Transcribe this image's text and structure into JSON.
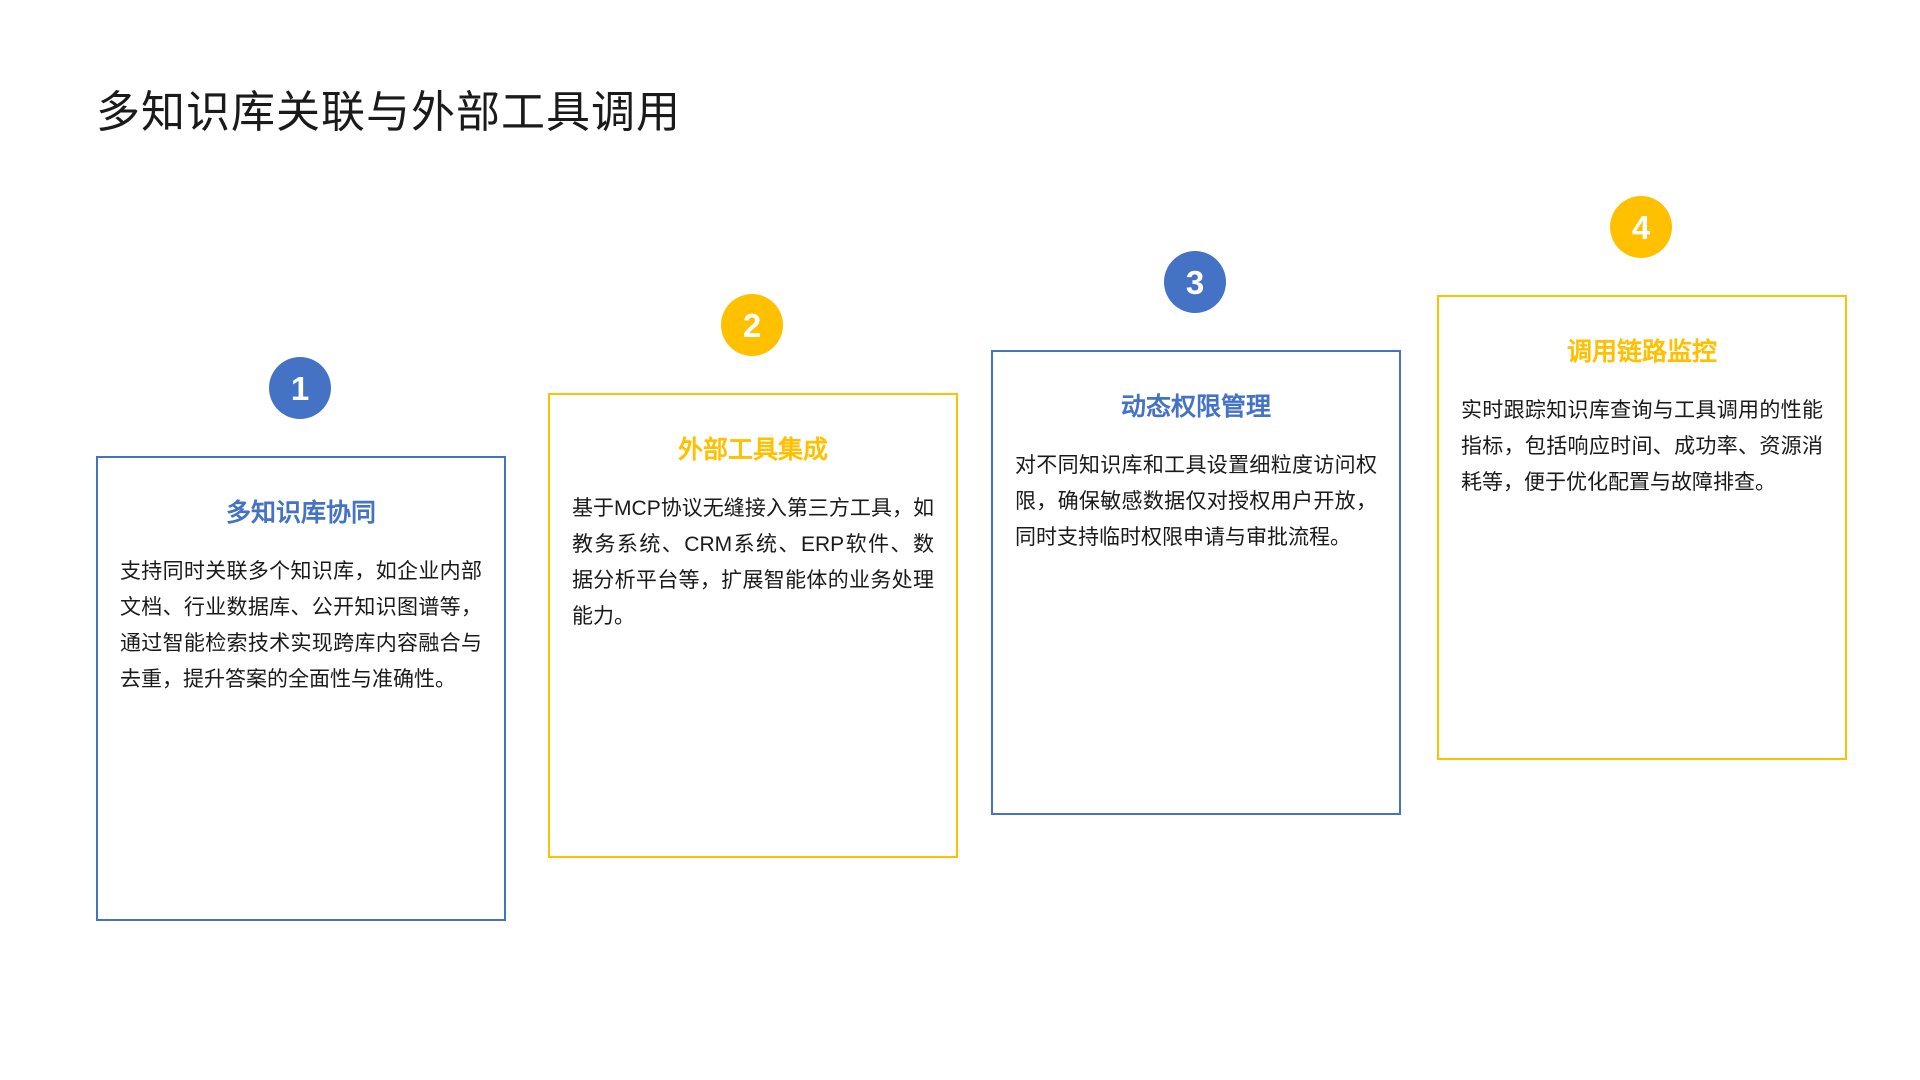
{
  "slide": {
    "title": "多知识库关联与外部工具调用",
    "background_color": "#FFFFFF",
    "accent_blue": "#4472C4",
    "accent_yellow": "#FFC000"
  },
  "cards": [
    {
      "number": "1",
      "color": "blue",
      "title": "多知识库协同",
      "body": "支持同时关联多个知识库，如企业内部文档、行业数据库、公开知识图谱等，通过智能检索技术实现跨库内容融合与去重，提升答案的全面性与准确性。"
    },
    {
      "number": "2",
      "color": "yellow",
      "title": "外部工具集成",
      "body": "基于MCP协议无缝接入第三方工具，如教务系统、CRM系统、ERP软件、数据分析平台等，扩展智能体的业务处理能力。"
    },
    {
      "number": "3",
      "color": "blue",
      "title": "动态权限管理",
      "body": "对不同知识库和工具设置细粒度访问权限，确保敏感数据仅对授权用户开放，同时支持临时权限申请与审批流程。"
    },
    {
      "number": "4",
      "color": "yellow",
      "title": "调用链路监控",
      "body": "实时跟踪知识库查询与工具调用的性能指标，包括响应时间、成功率、资源消耗等，便于优化配置与故障排查。"
    }
  ]
}
